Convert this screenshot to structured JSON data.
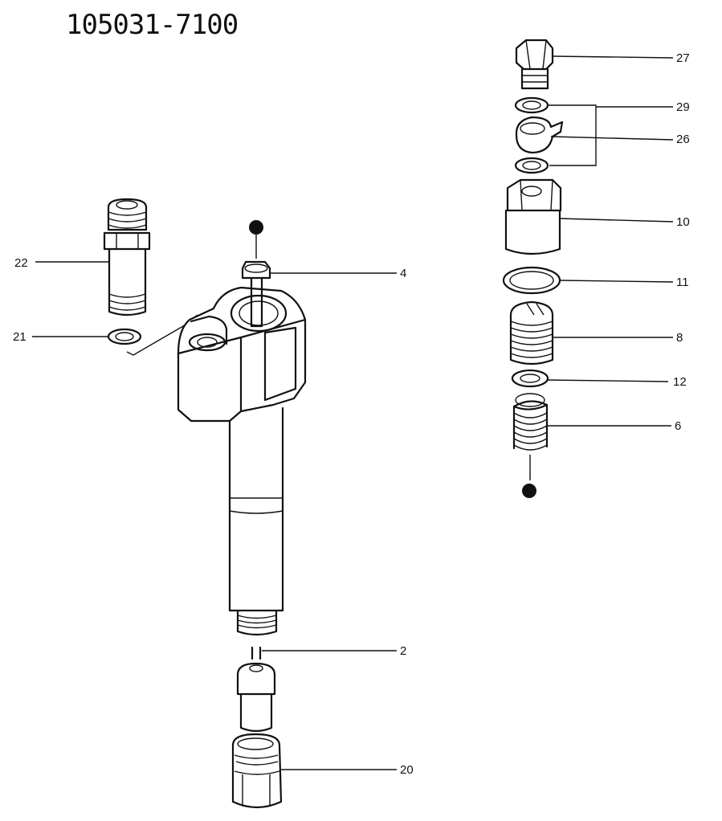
{
  "drawing": {
    "part_number": "105031-7100"
  },
  "callouts": [
    {
      "id": "27",
      "text": "27"
    },
    {
      "id": "29",
      "text": "29"
    },
    {
      "id": "26",
      "text": "26"
    },
    {
      "id": "10",
      "text": "10"
    },
    {
      "id": "11",
      "text": "11"
    },
    {
      "id": "8",
      "text": "8"
    },
    {
      "id": "12",
      "text": "12"
    },
    {
      "id": "6",
      "text": "6"
    },
    {
      "id": "22",
      "text": "22"
    },
    {
      "id": "21",
      "text": "21"
    },
    {
      "id": "4",
      "text": "4"
    },
    {
      "id": "2",
      "text": "2"
    },
    {
      "id": "20",
      "text": "20"
    }
  ],
  "palette": {
    "line": "#111111",
    "background": "#ffffff"
  }
}
